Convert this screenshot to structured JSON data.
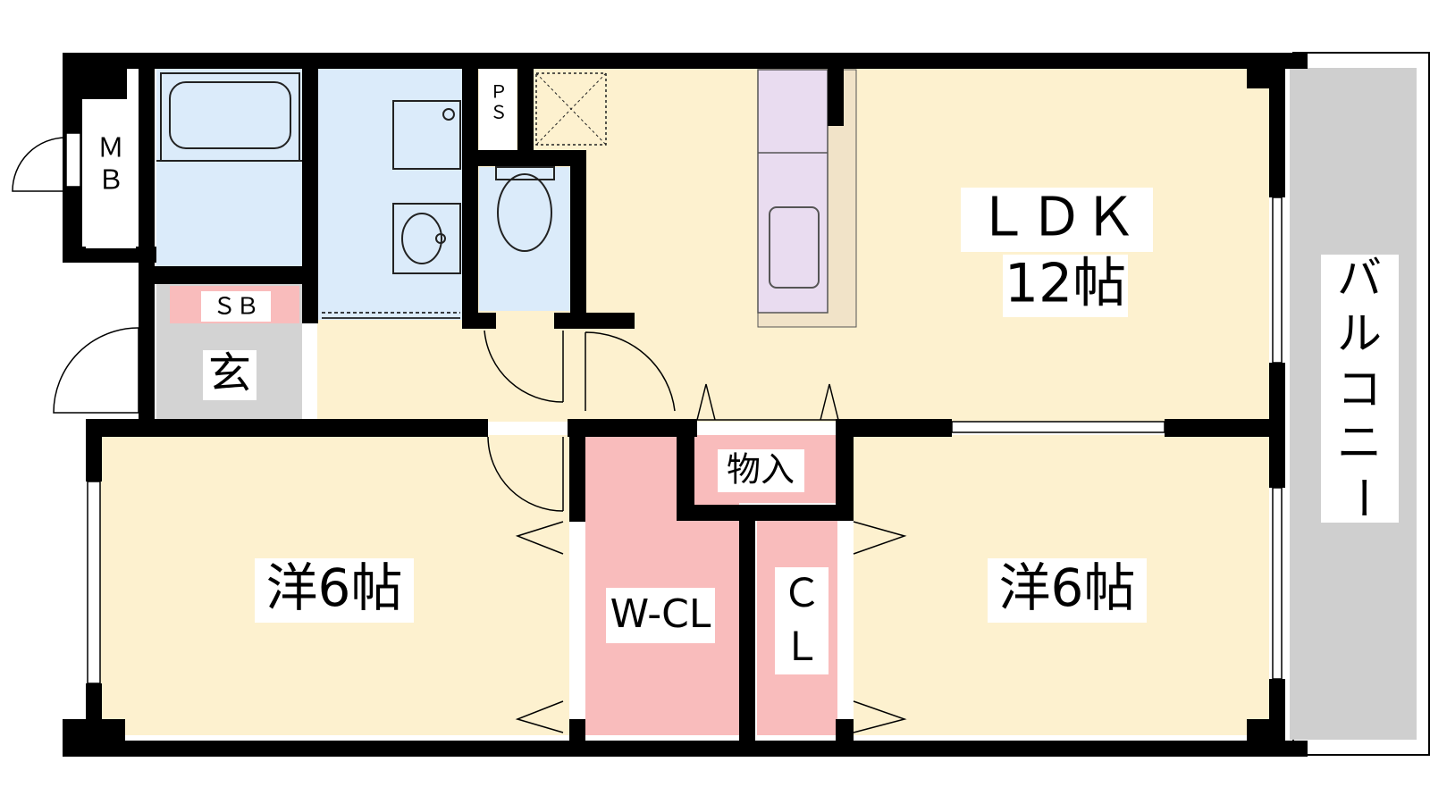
{
  "floorplan": {
    "colors": {
      "wall": "#000000",
      "living": "#fdf1cf",
      "wet_area": "#dbebfa",
      "closet": "#f9bcbc",
      "kitchen": "#e9dcf0",
      "entrance": "#d3d3d3",
      "balcony": "#cfcfcf"
    },
    "rooms": {
      "ldk": {
        "name": "ＬＤＫ",
        "size": "12帖"
      },
      "western_left": {
        "label": "洋6帖"
      },
      "western_right": {
        "label": "洋6帖"
      },
      "walk_in_closet": {
        "label": "W-CL"
      },
      "closet": {
        "label_1": "Ｃ",
        "label_2": "Ｌ"
      },
      "storage": {
        "label": "物入"
      },
      "entrance": {
        "label": "玄"
      },
      "shoe_box": {
        "label": "ＳＢ"
      },
      "meter_box": {
        "label_1": "Ｍ",
        "label_2": "Ｂ"
      },
      "pipe_space": {
        "label_1": "Ｐ",
        "label_2": "Ｓ"
      },
      "balcony": {
        "label_1": "バ",
        "label_2": "ル",
        "label_3": "コ",
        "label_4": "ニ",
        "label_5": "ー"
      }
    }
  }
}
